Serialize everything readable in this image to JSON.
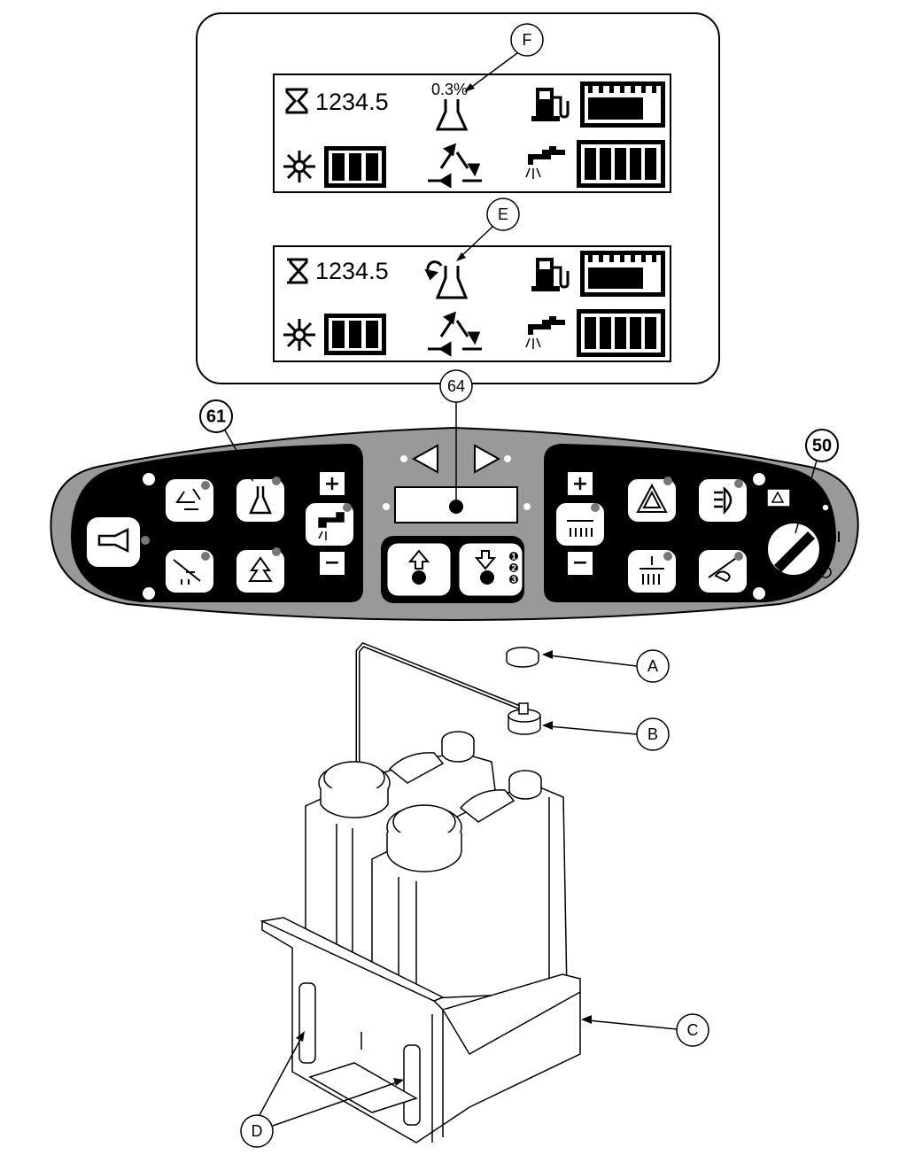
{
  "display_zoom": {
    "screen1": {
      "hours": "1234.5",
      "detergent_percent": "0.3%"
    },
    "screen2": {
      "hours": "1234.5"
    },
    "callout_F": "F",
    "callout_E": "E"
  },
  "panel": {
    "callout_64": "64",
    "callout_61": "61",
    "callout_50": "50",
    "plus_left": "+",
    "minus_left": "−",
    "plus_right": "+",
    "minus_right": "−",
    "brush_mode_1": "1",
    "brush_mode_2": "2",
    "brush_mode_3": "3"
  },
  "tank_assembly": {
    "callout_A": "A",
    "callout_B": "B",
    "callout_C": "C",
    "callout_D": "D"
  },
  "icons": [
    "hourglass-icon",
    "beaker-icon",
    "fuel-pump-icon",
    "fan-icon",
    "recycle-icon",
    "faucet-icon",
    "horn-icon",
    "hazard-icon",
    "headlight-icon"
  ]
}
